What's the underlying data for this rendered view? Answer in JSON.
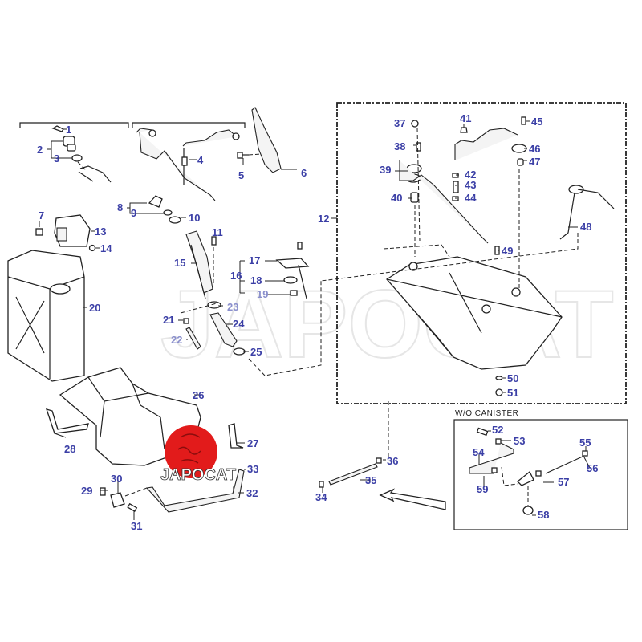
{
  "diagram": {
    "subtitle_box_label": "W/O CANISTER",
    "watermark_text": "JAPOCAT",
    "logo_text": "JAPOCAT",
    "colors": {
      "label": "#3b3fa6",
      "label_faint": "#8a8fcc",
      "logo_red": "#e21b1b",
      "line": "#222222"
    },
    "parts": [
      {
        "id": "1",
        "label": "1"
      },
      {
        "id": "2",
        "label": "2"
      },
      {
        "id": "3",
        "label": "3"
      },
      {
        "id": "4",
        "label": "4"
      },
      {
        "id": "5",
        "label": "5"
      },
      {
        "id": "6",
        "label": "6"
      },
      {
        "id": "7",
        "label": "7"
      },
      {
        "id": "8",
        "label": "8"
      },
      {
        "id": "9",
        "label": "9"
      },
      {
        "id": "10",
        "label": "10"
      },
      {
        "id": "11",
        "label": "11"
      },
      {
        "id": "12",
        "label": "12"
      },
      {
        "id": "13",
        "label": "13"
      },
      {
        "id": "14",
        "label": "14"
      },
      {
        "id": "15",
        "label": "15"
      },
      {
        "id": "16",
        "label": "16"
      },
      {
        "id": "17",
        "label": "17"
      },
      {
        "id": "18",
        "label": "18"
      },
      {
        "id": "19",
        "label": "19"
      },
      {
        "id": "20",
        "label": "20"
      },
      {
        "id": "21",
        "label": "21"
      },
      {
        "id": "22",
        "label": "22"
      },
      {
        "id": "23",
        "label": "23"
      },
      {
        "id": "24",
        "label": "24"
      },
      {
        "id": "25",
        "label": "25"
      },
      {
        "id": "26",
        "label": "26"
      },
      {
        "id": "27",
        "label": "27"
      },
      {
        "id": "28",
        "label": "28"
      },
      {
        "id": "29",
        "label": "29"
      },
      {
        "id": "30",
        "label": "30"
      },
      {
        "id": "31",
        "label": "31"
      },
      {
        "id": "32",
        "label": "32"
      },
      {
        "id": "33",
        "label": "33"
      },
      {
        "id": "34",
        "label": "34"
      },
      {
        "id": "35",
        "label": "35"
      },
      {
        "id": "36",
        "label": "36"
      },
      {
        "id": "37",
        "label": "37"
      },
      {
        "id": "38",
        "label": "38"
      },
      {
        "id": "39",
        "label": "39"
      },
      {
        "id": "40",
        "label": "40"
      },
      {
        "id": "41",
        "label": "41"
      },
      {
        "id": "42",
        "label": "42"
      },
      {
        "id": "43",
        "label": "43"
      },
      {
        "id": "44",
        "label": "44"
      },
      {
        "id": "45",
        "label": "45"
      },
      {
        "id": "46",
        "label": "46"
      },
      {
        "id": "47",
        "label": "47"
      },
      {
        "id": "48",
        "label": "48"
      },
      {
        "id": "49",
        "label": "49"
      },
      {
        "id": "50",
        "label": "50"
      },
      {
        "id": "51",
        "label": "51"
      },
      {
        "id": "52",
        "label": "52"
      },
      {
        "id": "53",
        "label": "53"
      },
      {
        "id": "54",
        "label": "54"
      },
      {
        "id": "55",
        "label": "55"
      },
      {
        "id": "56",
        "label": "56"
      },
      {
        "id": "57",
        "label": "57"
      },
      {
        "id": "58",
        "label": "58"
      },
      {
        "id": "59",
        "label": "59"
      }
    ]
  }
}
